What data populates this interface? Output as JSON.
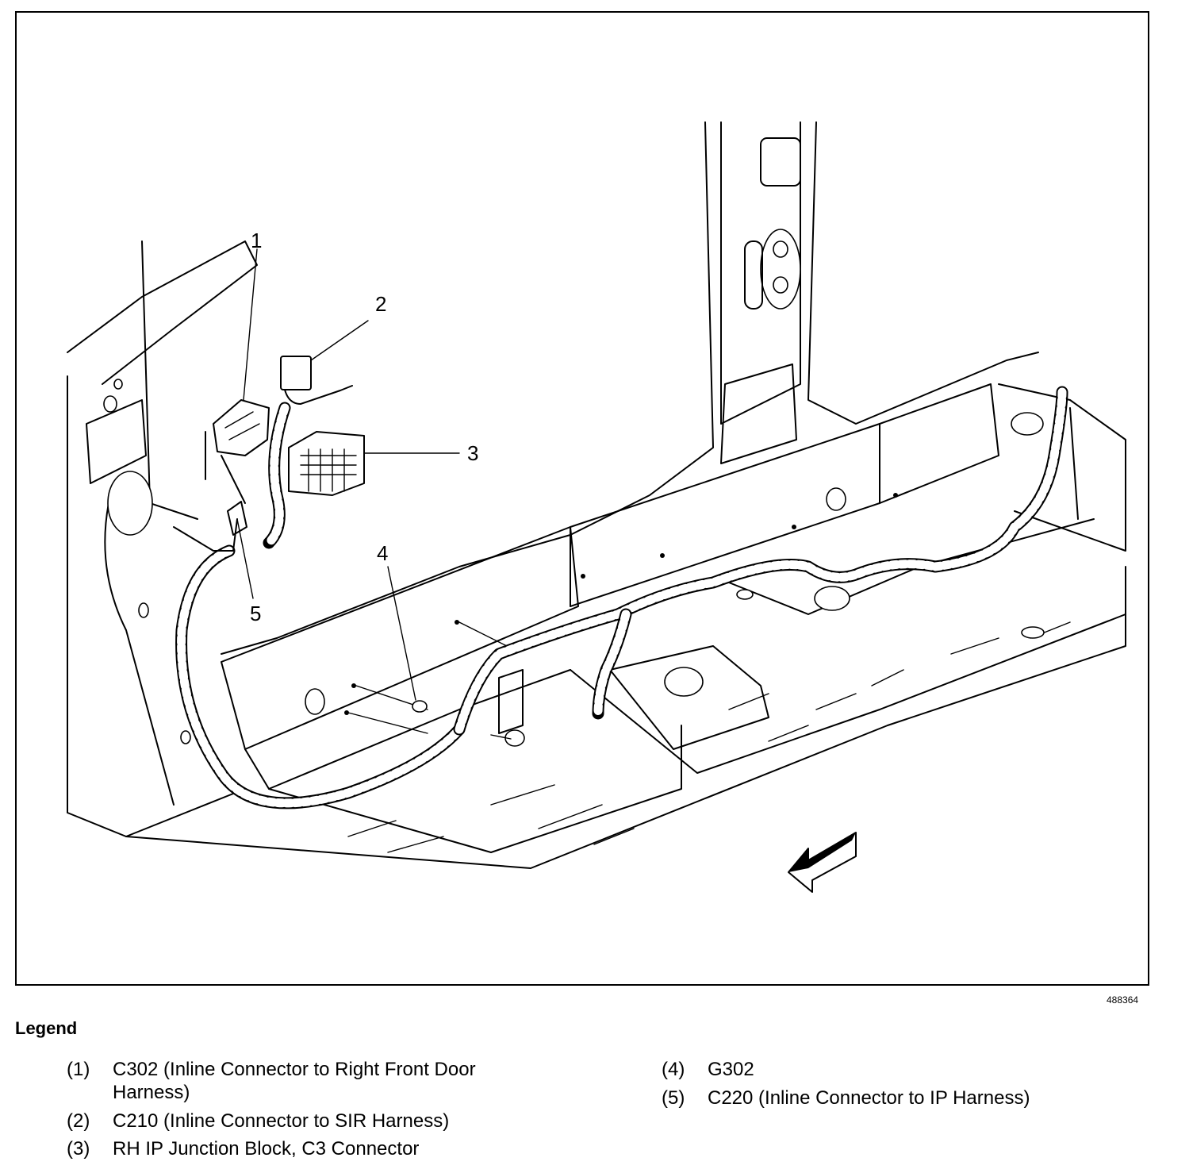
{
  "figure_id": "488364",
  "callouts": [
    {
      "number": "1"
    },
    {
      "number": "2"
    },
    {
      "number": "3"
    },
    {
      "number": "4"
    },
    {
      "number": "5"
    }
  ],
  "legend": {
    "heading": "Legend",
    "items": [
      {
        "number": "(1)",
        "text": "C302 (Inline Connector to Right Front Door Harness)"
      },
      {
        "number": "(2)",
        "text": "C210 (Inline Connector to SIR Harness)"
      },
      {
        "number": "(3)",
        "text": "RH IP Junction Block, C3 Connector"
      },
      {
        "number": "(4)",
        "text": "G302"
      },
      {
        "number": "(5)",
        "text": "C220 (Inline Connector to IP Harness)"
      }
    ]
  }
}
